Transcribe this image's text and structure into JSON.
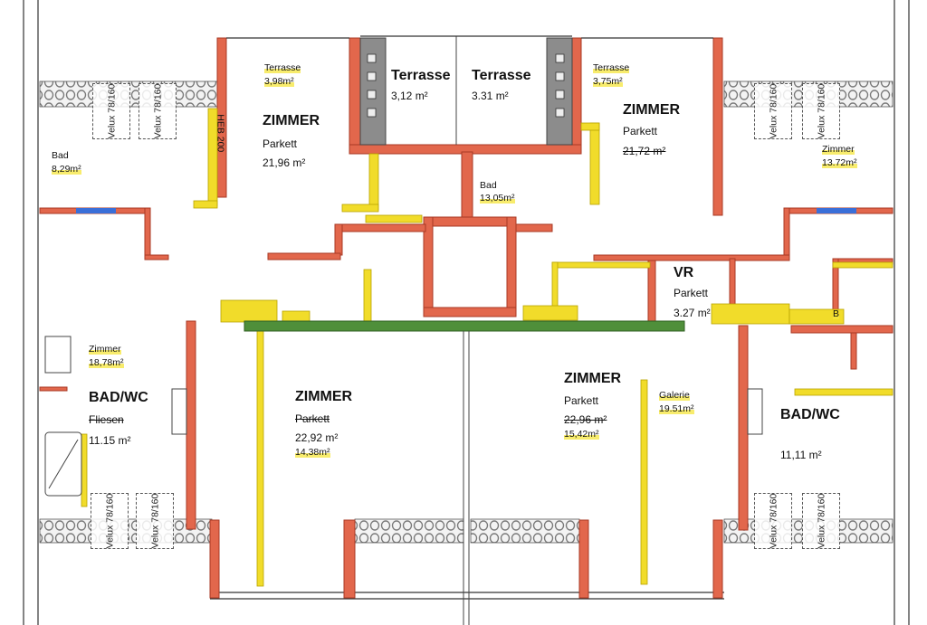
{
  "colors": {
    "wall": "#e2674c",
    "wall_edge": "#a83a25",
    "new_wall": "#f1dc2a",
    "beam": "#4f8f3a",
    "insulation": "#8a8a8a",
    "window": "#3a6fd8",
    "velux_border": "#555555"
  },
  "rooms": {
    "terrasse_tl_name": "Terrasse",
    "terrasse_tl_area": "3,98m²",
    "zimmer_tl_name": "ZIMMER",
    "zimmer_tl_floor": "Parkett",
    "zimmer_tl_area": "21,96 m²",
    "bad_tl_name": "Bad",
    "bad_tl_area": "8,29m²",
    "terrasse_c1_name": "Terrasse",
    "terrasse_c1_area": "3,12 m²",
    "terrasse_c2_name": "Terrasse",
    "terrasse_c2_area": "3.31 m²",
    "terrasse_tr_name": "Terrasse",
    "terrasse_tr_area": "3,75m²",
    "zimmer_tr_name": "ZIMMER",
    "zimmer_tr_floor": "Parkett",
    "zimmer_tr_area": "21,72 m²",
    "zimmer_r_name": "Zimmer",
    "zimmer_r_area": "13.72m²",
    "bad_c_name": "Bad",
    "bad_c_area": "13,05m²",
    "vr_name": "VR",
    "vr_floor": "Parkett",
    "vr_area": "3.27 m²",
    "zimmer_l_name": "Zimmer",
    "zimmer_l_area": "18,78m²",
    "badwc_l_name": "BAD/WC",
    "badwc_l_floor": "Fliesen",
    "badwc_l_area": "11.15 m²",
    "zimmer_bl_name": "ZIMMER",
    "zimmer_bl_floor": "Parkett",
    "zimmer_bl_area_old": "22,92 m²",
    "zimmer_bl_area_new": "14,38m²",
    "zimmer_bc_name": "ZIMMER",
    "zimmer_bc_floor": "Parkett",
    "zimmer_bc_area_old": "22,96 m²",
    "zimmer_bc_area_new": "15,42m²",
    "galerie_name": "Galerie",
    "galerie_area": "19.51m²",
    "badwc_r_name": "BAD/WC",
    "badwc_r_area": "11,11 m²"
  },
  "velux_label": "Velux 78/160",
  "misc": {
    "hebe_label": "HEB 200",
    "b_mark": "B"
  }
}
